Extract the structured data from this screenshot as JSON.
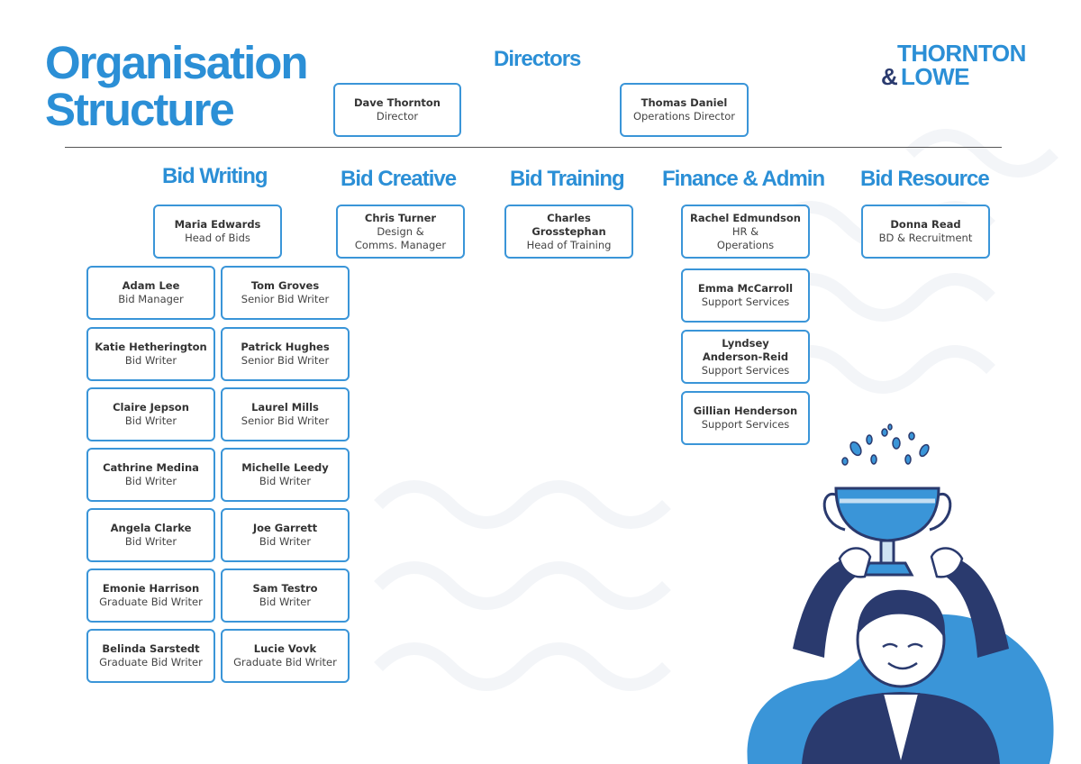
{
  "title_lines": [
    "Organisation",
    "Structure"
  ],
  "logo": {
    "line1": "THORNTON",
    "ampersand": "&",
    "line2": "LOWE"
  },
  "directors": {
    "heading": "Directors",
    "people": [
      {
        "name": "Dave Thornton",
        "role": "Director"
      },
      {
        "name": "Thomas Daniel",
        "role": "Operations Director"
      }
    ]
  },
  "departments": {
    "bid_writing": {
      "heading": "Bid Writing",
      "lead": {
        "name": "Maria Edwards",
        "role": "Head of Bids"
      },
      "left": [
        {
          "name": "Adam Lee",
          "role": "Bid Manager"
        },
        {
          "name": "Katie Hetherington",
          "role": "Bid Writer"
        },
        {
          "name": "Claire Jepson",
          "role": "Bid Writer"
        },
        {
          "name": "Cathrine Medina",
          "role": "Bid Writer"
        },
        {
          "name": "Angela Clarke",
          "role": "Bid Writer"
        },
        {
          "name": "Emonie Harrison",
          "role": "Graduate Bid Writer"
        },
        {
          "name": "Belinda Sarstedt",
          "role": "Graduate Bid Writer"
        }
      ],
      "right": [
        {
          "name": "Tom Groves",
          "role": "Senior Bid Writer"
        },
        {
          "name": "Patrick Hughes",
          "role": "Senior Bid Writer"
        },
        {
          "name": "Laurel Mills",
          "role": "Senior Bid Writer"
        },
        {
          "name": "Michelle Leedy",
          "role": "Bid Writer"
        },
        {
          "name": "Joe Garrett",
          "role": "Bid Writer"
        },
        {
          "name": "Sam Testro",
          "role": "Bid Writer"
        },
        {
          "name": "Lucie Vovk",
          "role": "Graduate Bid Writer"
        }
      ]
    },
    "bid_creative": {
      "heading": "Bid Creative",
      "lead": {
        "name": "Chris Turner",
        "role": "Design &",
        "role2": "Comms. Manager"
      }
    },
    "bid_training": {
      "heading": "Bid Training",
      "lead": {
        "name": "Charles Grosstephan",
        "role": "Head of Training"
      }
    },
    "finance_admin": {
      "heading": "Finance & Admin",
      "lead": {
        "name": "Rachel Edmundson",
        "role": "HR &",
        "role2": "Operations"
      },
      "staff": [
        {
          "name": "Emma McCarroll",
          "role": "Support Services"
        },
        {
          "name": "Lyndsey",
          "name2": "Anderson-Reid",
          "role": "Support Services"
        },
        {
          "name": "Gillian Henderson",
          "role": "Support Services"
        }
      ]
    },
    "bid_resource": {
      "heading": "Bid Resource",
      "lead": {
        "name": "Donna Read",
        "role": "BD & Recruitment"
      }
    }
  },
  "colors": {
    "accent": "#2b8fd6",
    "navy": "#2a3a6e",
    "card_border": "#3a95d8"
  }
}
